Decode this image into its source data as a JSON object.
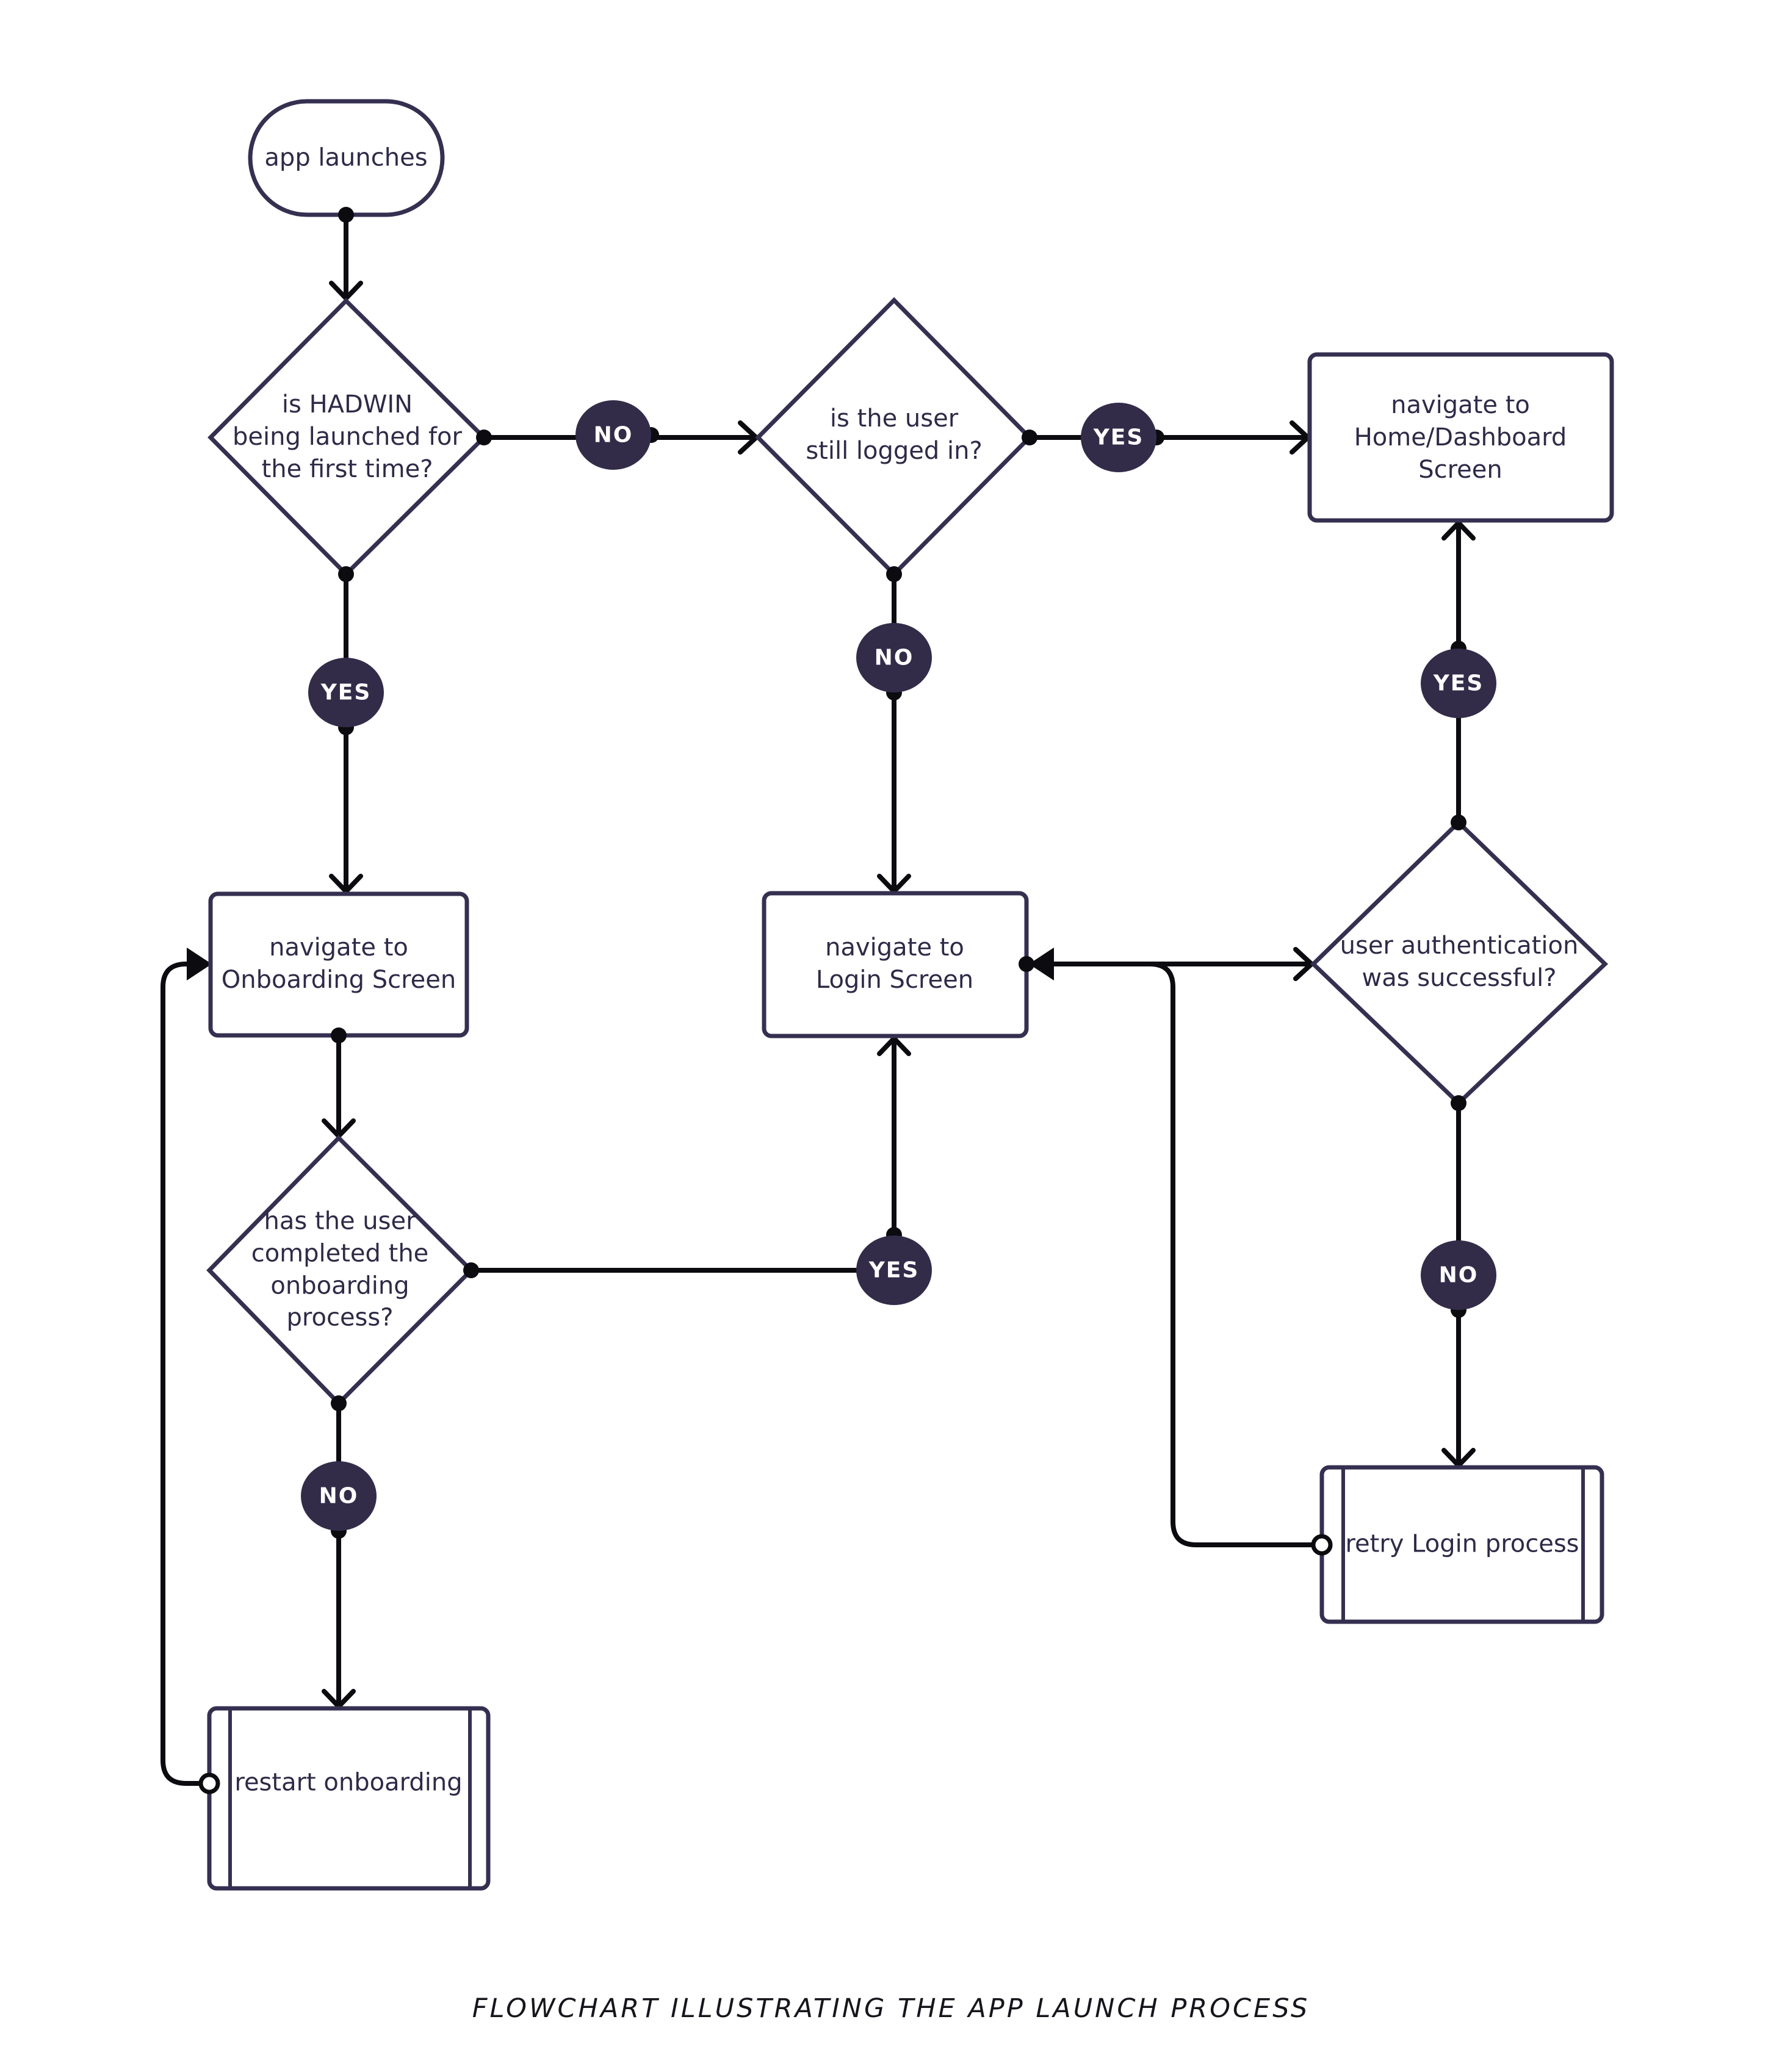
{
  "caption": "FLOWCHART ILLUSTRATING THE APP LAUNCH PROCESS",
  "colors": {
    "shape_outline": "#353050",
    "connector_line": "#0b0b10",
    "badge_fill": "#322c49",
    "badge_text": "#ffffff",
    "node_text": "#2f2a47",
    "background": "#ffffff"
  },
  "nodes": [
    {
      "id": "start",
      "type": "terminator",
      "label": "app launches"
    },
    {
      "id": "first-launch-decision",
      "type": "decision",
      "label": "is HADWIN\nbeing launched for\nthe first time?"
    },
    {
      "id": "logged-in-decision",
      "type": "decision",
      "label": "is the user\nstill logged in?"
    },
    {
      "id": "home-dashboard",
      "type": "process",
      "label": "navigate to\nHome/Dashboard\nScreen"
    },
    {
      "id": "onboarding-screen",
      "type": "process",
      "label": "navigate to\nOnboarding Screen"
    },
    {
      "id": "login-screen",
      "type": "process",
      "label": "navigate to\nLogin Screen"
    },
    {
      "id": "auth-decision",
      "type": "decision",
      "label": "user authentication\nwas successful?"
    },
    {
      "id": "onboarding-complete-decision",
      "type": "decision",
      "label": "has the user\ncompleted the\nonboarding process?"
    },
    {
      "id": "retry-login",
      "type": "predefined-process",
      "label": "retry Login process"
    },
    {
      "id": "restart-onboarding",
      "type": "predefined-process",
      "label": "restart onboarding"
    }
  ],
  "edge_labels": [
    {
      "id": "no-first-launch",
      "label": "NO"
    },
    {
      "id": "yes-logged-in",
      "label": "YES"
    },
    {
      "id": "yes-first-launch",
      "label": "YES"
    },
    {
      "id": "no-logged-in",
      "label": "NO"
    },
    {
      "id": "yes-auth",
      "label": "YES"
    },
    {
      "id": "yes-onboarding-complete",
      "label": "YES"
    },
    {
      "id": "no-onboarding-complete",
      "label": "NO"
    },
    {
      "id": "no-auth",
      "label": "NO"
    }
  ],
  "edges": [
    {
      "from": "start",
      "to": "first-launch-decision",
      "label": ""
    },
    {
      "from": "first-launch-decision",
      "to": "logged-in-decision",
      "label": "NO"
    },
    {
      "from": "logged-in-decision",
      "to": "home-dashboard",
      "label": "YES"
    },
    {
      "from": "first-launch-decision",
      "to": "onboarding-screen",
      "label": "YES"
    },
    {
      "from": "logged-in-decision",
      "to": "login-screen",
      "label": "NO"
    },
    {
      "from": "login-screen",
      "to": "auth-decision",
      "label": ""
    },
    {
      "from": "auth-decision",
      "to": "home-dashboard",
      "label": "YES"
    },
    {
      "from": "onboarding-screen",
      "to": "onboarding-complete-decision",
      "label": ""
    },
    {
      "from": "onboarding-complete-decision",
      "to": "login-screen",
      "label": "YES"
    },
    {
      "from": "onboarding-complete-decision",
      "to": "restart-onboarding",
      "label": "NO"
    },
    {
      "from": "auth-decision",
      "to": "retry-login",
      "label": "NO"
    },
    {
      "from": "retry-login",
      "to": "login-screen",
      "label": ""
    },
    {
      "from": "restart-onboarding",
      "to": "onboarding-screen",
      "label": ""
    }
  ]
}
